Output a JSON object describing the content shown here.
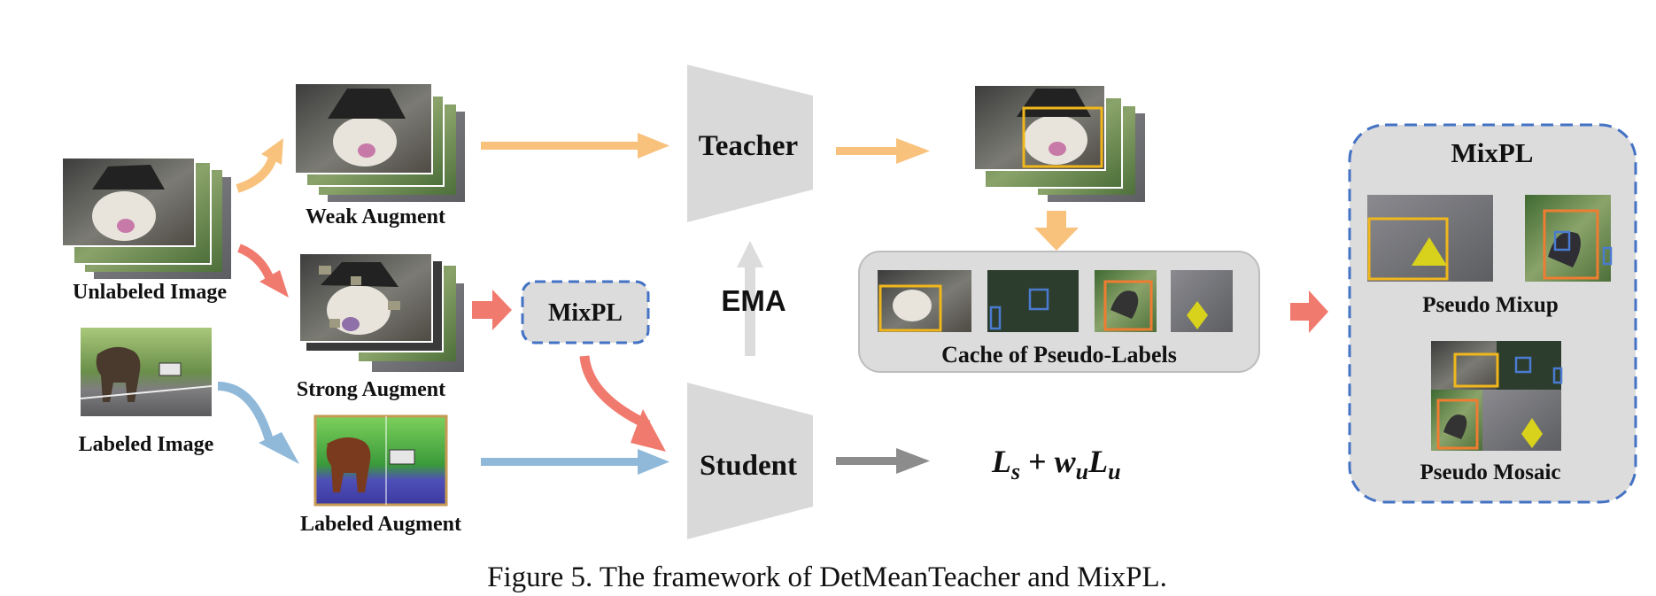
{
  "diagram": {
    "inputs": {
      "unlabeled_label": "Unlabeled Image",
      "labeled_label": "Labeled Image"
    },
    "augments": {
      "weak_label": "Weak Augment",
      "strong_label": "Strong Augment",
      "labeled_label": "Labeled Augment"
    },
    "models": {
      "teacher_label": "Teacher",
      "student_label": "Student",
      "ema_label": "EMA"
    },
    "mixpl_small_label": "MixPL",
    "cache_label": "Cache of Pseudo-Labels",
    "loss": {
      "L": "L",
      "s": "s",
      "plus": " + ",
      "w": "w",
      "u1": "u",
      "L2": "L",
      "u2": "u"
    },
    "mixpl_panel": {
      "title": "MixPL",
      "mixup_label": "Pseudo Mixup",
      "mosaic_label": "Pseudo Mosaic"
    },
    "colors": {
      "weak_arrow": "#f8c27d",
      "strong_arrow": "#f07a6e",
      "labeled_arrow": "#8fb8d9",
      "loss_arrow": "#8c8c8c",
      "ema_arrow": "#dcdcdc",
      "panel_fill": "#dcdcdc",
      "panel_border": "#4472c4",
      "box_yellow": "#f0b71c",
      "box_blue": "#4a7bd0",
      "box_orange": "#ef7d31",
      "trapezoid": "#d9d9d9"
    }
  },
  "caption": "Figure 5. The framework of DetMeanTeacher and MixPL."
}
